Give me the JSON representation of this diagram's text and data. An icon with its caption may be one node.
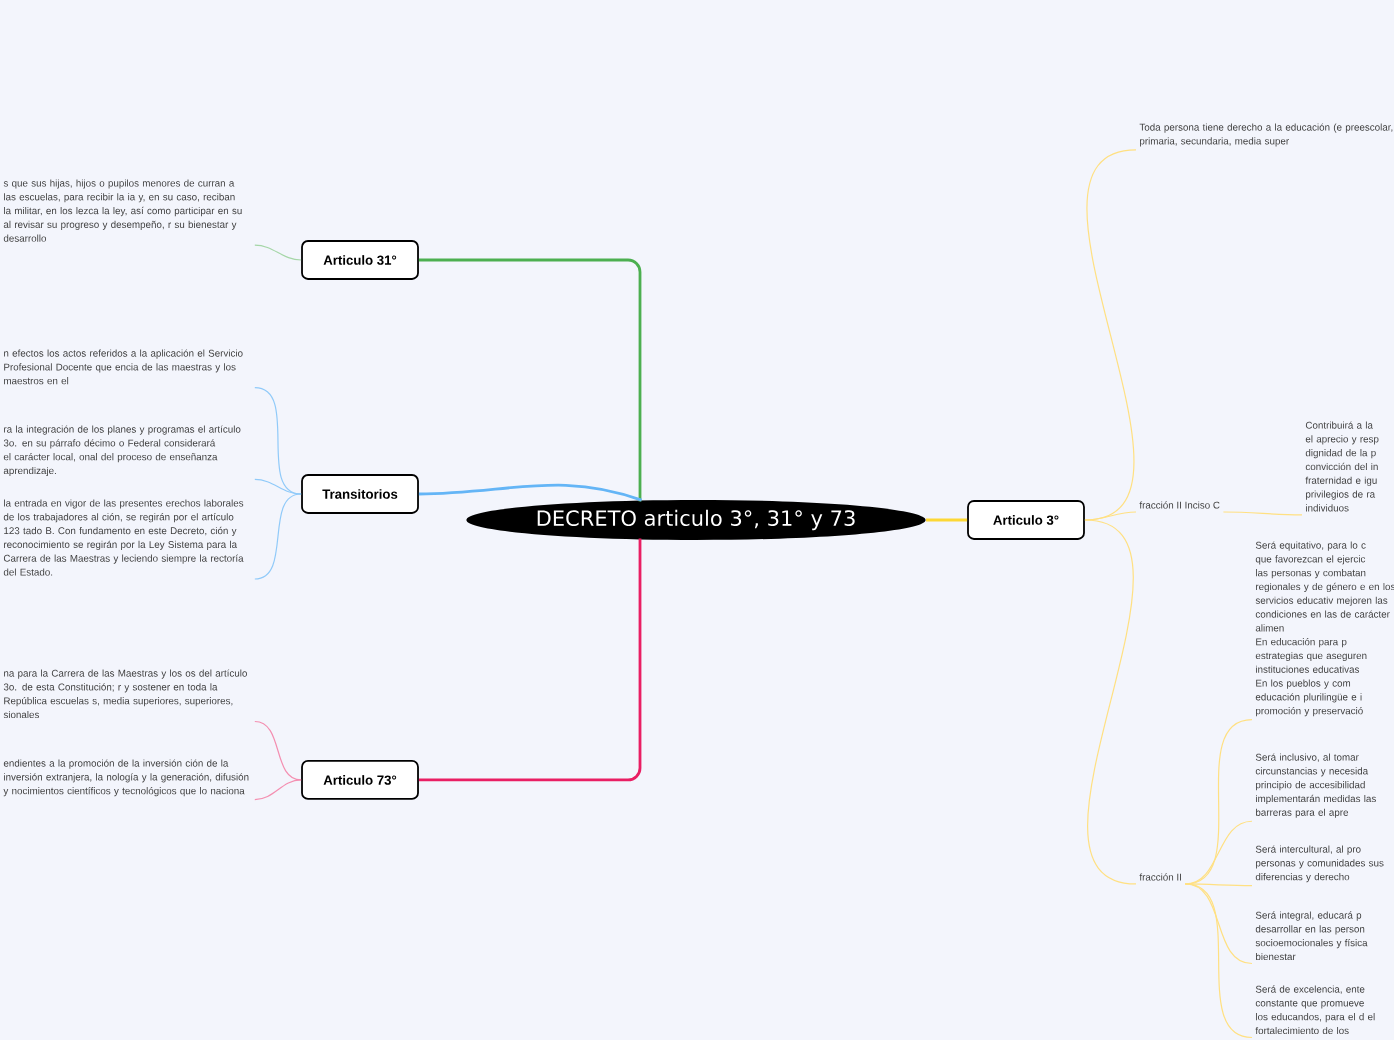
{
  "diagram": {
    "nodes": [
      {
        "text": [
          "DECRETO articulo 3°, 31° y 73"
        ]
      },
      {
        "text": [
          "Articulo 31°"
        ]
      },
      {
        "text": [
          "s que sus hijas, hijos o pupilos menores de curran a las escuelas, para recibir la ia y, en su caso, reciban la militar, en los lezca la ley, así como participar en su al revisar su progreso y desempeño, r su bienestar y desarrollo"
        ]
      },
      {
        "text": [
          "Transitorios"
        ]
      },
      {
        "text": [
          "n efectos los actos referidos a la aplicación el Servicio Profesional Docente que encia de las maestras y los maestros en el"
        ]
      },
      {
        "text": [
          "ra la integración de los planes y programas el artículo 3o. en su párrafo décimo o Federal considerará el carácter local, onal del proceso de enseñanza aprendizaje."
        ]
      },
      {
        "text": [
          "la entrada en vigor de las presentes erechos laborales de los trabajadores al ción, se regirán por el artículo 123 tado B. Con fundamento en este Decreto, ción y reconocimiento se regirán por la Ley Sistema para la Carrera de las Maestras y leciendo siempre la rectoría del Estado."
        ]
      },
      {
        "text": [
          "Articulo 73°"
        ]
      },
      {
        "text": [
          "na para la Carrera de las Maestras y los os del artículo 3o. de esta Constitución; r y sostener en toda la República escuelas s, media superiores, superiores, sionales"
        ]
      },
      {
        "text": [
          "endientes a la promoción de la inversión ción de la inversión extranjera, la nología y la generación, difusión y nocimientos científicos y tecnológicos que lo naciona"
        ]
      },
      {
        "text": [
          "Articulo 3°"
        ]
      },
      {
        "text": [
          "Toda persona tiene derecho a la educación  (e preescolar, primaria, secundaria, media super"
        ]
      },
      {
        "text": [
          "fracción II Inciso C"
        ]
      },
      {
        "text": [
          "Contribuirá a la el aprecio y resp dignidad de la p convicción del in fraternidad e igu privilegios de ra individuos"
        ]
      },
      {
        "text": [
          "fracción II"
        ]
      },
      {
        "text": [
          "Será equitativo, para lo c que favorezcan el ejercic las personas y combatan regionales y de género e en los servicios educativ mejoren las condiciones en las de carácter alimen",
          "En educación para p estrategias que aseguren instituciones educativas",
          "En los pueblos y com educación plurilingüe e i promoción y preservació"
        ]
      },
      {
        "text": [
          "Será inclusivo, al tomar circunstancias y necesida principio de accesibilidad implementarán medidas las barreras para el apre"
        ]
      },
      {
        "text": [
          "Será intercultural, al pro personas y comunidades sus diferencias y derecho"
        ]
      },
      {
        "text": [
          "Será integral, educará p desarrollar en las person socioemocionales y física bienestar"
        ]
      },
      {
        "text": [
          "Será de excelencia, ente constante que promueve los educandos, para el d el fortalecimiento de los"
        ]
      }
    ],
    "edges": [
      {
        "from": 0,
        "to": 1,
        "arrow": "none",
        "color": "#4caf50"
      },
      {
        "from": 0,
        "to": 3,
        "arrow": "none",
        "color": "#64b5f6"
      },
      {
        "from": 0,
        "to": 7,
        "arrow": "none",
        "color": "#e91e63"
      },
      {
        "from": 0,
        "to": 10,
        "arrow": "none",
        "color": "#fdd835"
      },
      {
        "from": 1,
        "to": 2,
        "arrow": "none",
        "color": "#a5d6a7"
      },
      {
        "from": 3,
        "to": 4,
        "arrow": "none",
        "color": "#90caf9"
      },
      {
        "from": 3,
        "to": 5,
        "arrow": "none",
        "color": "#90caf9"
      },
      {
        "from": 3,
        "to": 6,
        "arrow": "none",
        "color": "#90caf9"
      },
      {
        "from": 7,
        "to": 8,
        "arrow": "none",
        "color": "#f48fb1"
      },
      {
        "from": 7,
        "to": 9,
        "arrow": "none",
        "color": "#f48fb1"
      },
      {
        "from": 10,
        "to": 11,
        "arrow": "none",
        "color": "#ffe082"
      },
      {
        "from": 10,
        "to": 12,
        "arrow": "none",
        "color": "#ffe082"
      },
      {
        "from": 10,
        "to": 14,
        "arrow": "none",
        "color": "#ffe082"
      },
      {
        "from": 12,
        "to": 13,
        "arrow": "none",
        "color": "#ffe082"
      },
      {
        "from": 14,
        "to": 15,
        "arrow": "none",
        "color": "#ffe082"
      },
      {
        "from": 14,
        "to": 16,
        "arrow": "none",
        "color": "#ffe082"
      },
      {
        "from": 14,
        "to": 17,
        "arrow": "none",
        "color": "#ffe082"
      },
      {
        "from": 14,
        "to": 18,
        "arrow": "none",
        "color": "#ffe082"
      },
      {
        "from": 14,
        "to": 19,
        "arrow": "none",
        "color": "#ffe082"
      }
    ]
  }
}
